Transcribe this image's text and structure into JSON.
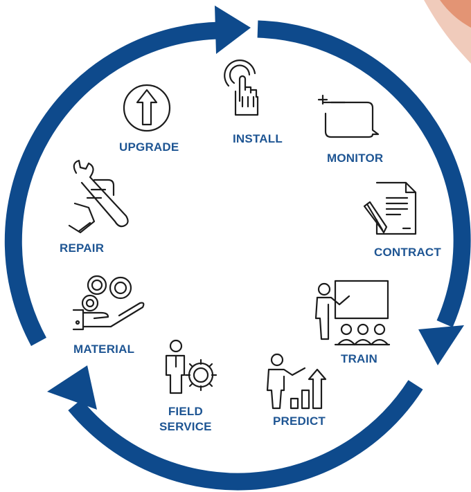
{
  "colors": {
    "cycle_ring": "#0e4a8c",
    "label_text": "#1e5593",
    "icon_stroke": "#1c1c1c",
    "corner_accent": "#d9683a"
  },
  "stages": {
    "install": {
      "label": "INSTALL",
      "icon": "hand-pointer-touch-icon"
    },
    "monitor": {
      "label": "MONITOR",
      "icon": "monitor-screen-icon"
    },
    "contract": {
      "label": "CONTRACT",
      "icon": "document-pen-icon"
    },
    "train": {
      "label": "TRAIN",
      "icon": "presenter-audience-icon"
    },
    "predict": {
      "label": "PREDICT",
      "icon": "person-growth-chart-icon"
    },
    "field_service": {
      "label_line1": "FIELD",
      "label_line2": "SERVICE",
      "icon": "person-gear-icon"
    },
    "material": {
      "label": "MATERIAL",
      "icon": "hand-gears-icon"
    },
    "repair": {
      "label": "REPAIR",
      "icon": "hand-wrench-icon"
    },
    "upgrade": {
      "label": "UPGRADE",
      "icon": "circle-up-arrow-icon"
    }
  }
}
